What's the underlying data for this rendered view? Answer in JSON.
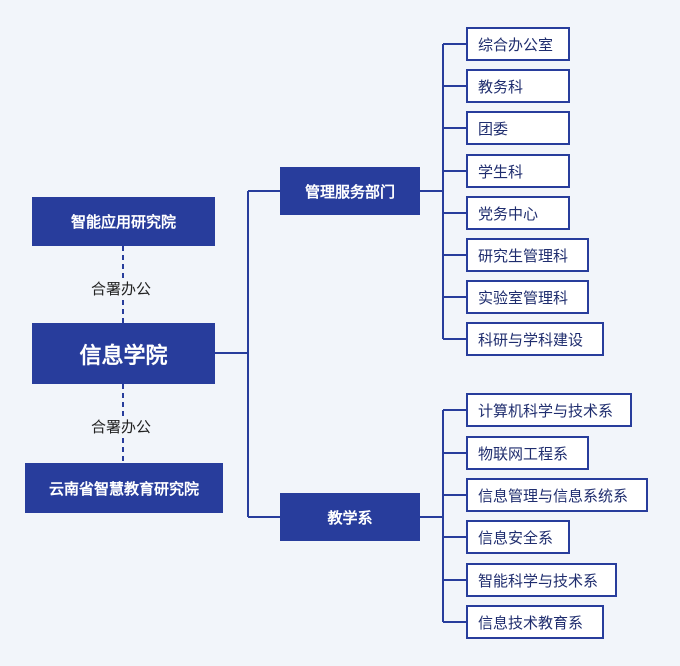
{
  "root": {
    "label": "信息学院"
  },
  "partner_top": {
    "label": "智能应用研究院"
  },
  "partner_bottom": {
    "label": "云南省智慧教育研究院"
  },
  "connector_top": {
    "label": "合署办公"
  },
  "connector_bottom": {
    "label": "合署办公"
  },
  "branches": [
    {
      "label": "管理服务部门",
      "children": [
        "综合办公室",
        "教务科",
        "团委",
        "学生科",
        "党务中心",
        "研究生管理科",
        "实验室管理科",
        "科研与学科建设"
      ]
    },
    {
      "label": "教学系",
      "children": [
        "计算机科学与技术系",
        "物联网工程系",
        "信息管理与信息系统系",
        "信息安全系",
        "智能科学与技术系",
        "信息技术教育系"
      ]
    }
  ],
  "colors": {
    "primary": "#283d9c",
    "background": "#f2f5fa",
    "line": "#283d9c"
  }
}
